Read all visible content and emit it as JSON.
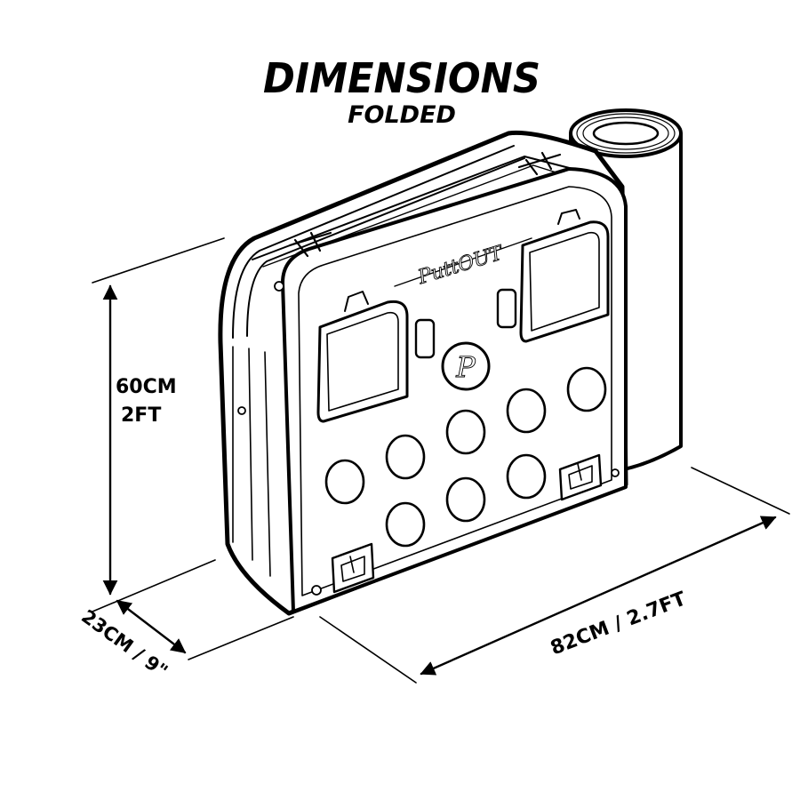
{
  "title": "DIMENSIONS",
  "subtitle": "FOLDED",
  "height_metric": "60CM",
  "height_imperial": "2FT",
  "depth": "23CM / 9\"",
  "width": "82CM / 2.7FT",
  "brand_label": "PuttOUT",
  "logo_letter": "P",
  "colors": {
    "ink": "#000000",
    "paper": "#ffffff"
  }
}
